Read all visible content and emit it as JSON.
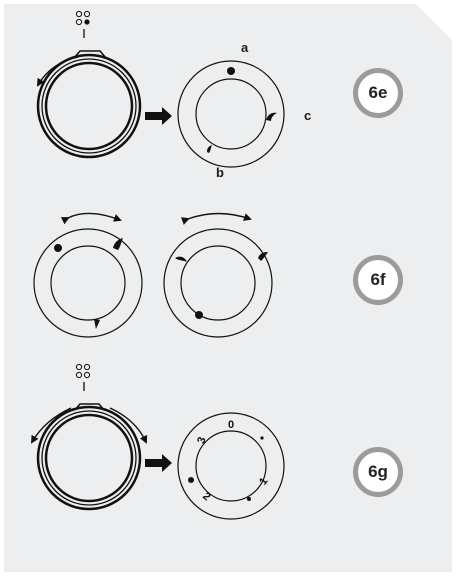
{
  "step_badges": {
    "step_e": "6e",
    "step_f": "6f",
    "step_g": "6g"
  },
  "marker_labels": {
    "a": "a",
    "b": "b",
    "c": "c"
  },
  "dial_numbers": {
    "zero": "0",
    "one": "1",
    "two": "2",
    "three": "3"
  },
  "colors": {
    "panel": "#eceeef",
    "badge_border": "#9b9b9b",
    "line": "#111111"
  }
}
